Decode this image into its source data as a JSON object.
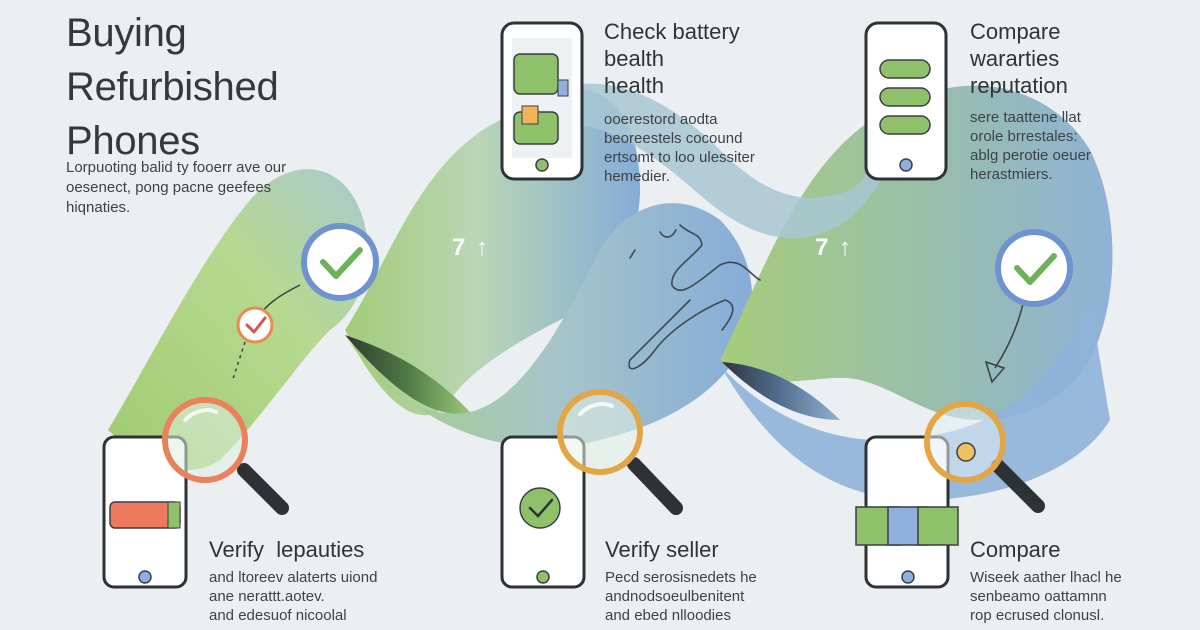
{
  "title_lines": [
    "Buying",
    "Refurbished",
    "Phones"
  ],
  "intro_lines": [
    "Lorpuoting balid ty fooerr ave our",
    "oesenect, pong pacne geefees",
    "hiqnaties."
  ],
  "arrow_labels": [
    "7 ↑",
    "7 ↑"
  ],
  "steps": [
    {
      "id": "check-battery",
      "title_lines": [
        "Check battery",
        "bealth",
        "health"
      ],
      "body_lines": [
        "ooerestord aodta",
        "beoreestels cocound",
        "ertsomt to loo ulessiter",
        "hemedier."
      ]
    },
    {
      "id": "compare-warranties",
      "title_lines": [
        "Compare",
        "wararties",
        "reputation"
      ],
      "body_lines": [
        "sere taattene llat",
        "orole brrestales:",
        "ablg perotie oeuer",
        "herastmiers."
      ]
    },
    {
      "id": "verify-lepauties",
      "title_lines": [
        "Verify  lepauties"
      ],
      "body_lines": [
        "and ltoreev alaterts uiond",
        "ane nerattt.aotev.",
        "and edesuof nicoolal"
      ]
    },
    {
      "id": "verify-seller",
      "title_lines": [
        "Verify seller"
      ],
      "body_lines": [
        "Pecd serosisnedets he",
        "andnodsoeulbenitent",
        "and ebed nlloodies"
      ]
    },
    {
      "id": "compare",
      "title_lines": [
        "Compare"
      ],
      "body_lines": [
        "Wiseek aather lhacl he",
        "senbeamo oattamnn",
        "rop ecrused clonusl."
      ]
    }
  ],
  "colors": {
    "background": "#eceff2",
    "ribbon_green": "#9fca72",
    "ribbon_blue": "#86acd8",
    "check_green": "#6fb15a",
    "magnifier_orange": "#e98a55",
    "magnifier_amber": "#e0a642",
    "ring_blue": "#6e93cf",
    "battery_red": "#ee7a5e",
    "dark_text": "#2f3437"
  },
  "icons": [
    "phone-icon",
    "magnifier-icon",
    "check-circle-icon",
    "small-check-icon",
    "battery-icon",
    "up-arrow-icon",
    "signature-scribble"
  ]
}
